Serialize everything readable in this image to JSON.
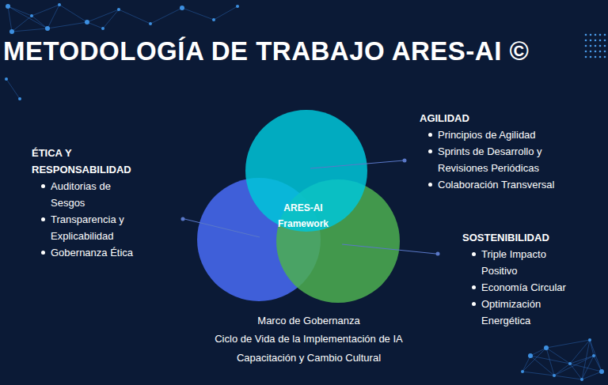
{
  "diagram": {
    "title": "METODOLOGÍA DE TRABAJO ARES-AI ©",
    "labels": [
      "ÉTICA Y RESPONSABILIDAD",
      "Auditorias de Sesgos",
      "Transparencia y Explicabilidad",
      "Gobernanza Ética",
      "AGILIDAD",
      "Principios de Agilidad",
      "Sprints de Desarrollo y Revisiones Periódicas",
      "Colaboración Transversal",
      "SOSTENIBILIDAD",
      "Triple Impacto Positivo",
      "Economía Circular",
      "Optimización Energética",
      "ARES-AI Framework",
      "Marco de Gobernanza",
      "Ciclo de Vida de la Implementación de IA",
      "Capacitación y Cambio Cultural"
    ]
  }
}
